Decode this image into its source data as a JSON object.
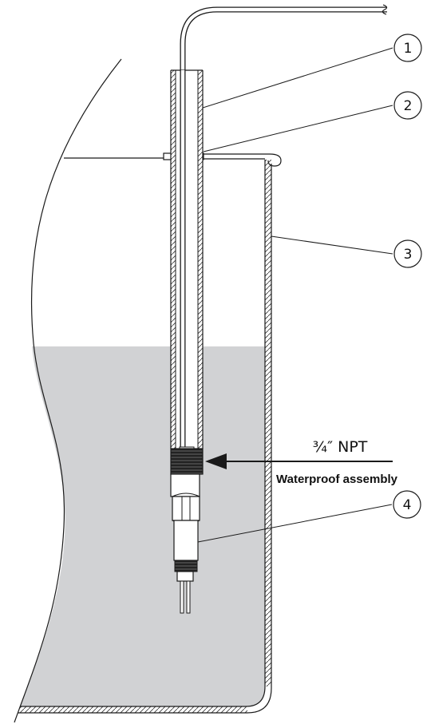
{
  "callouts": [
    {
      "number": "1"
    },
    {
      "number": "2"
    },
    {
      "number": "3"
    },
    {
      "number": "4"
    }
  ],
  "annotation": {
    "thread_size": "¾″ NPT",
    "assembly": "Waterproof assembly"
  },
  "colors": {
    "liquid": "#d1d2d4",
    "line": "#1a1a1a"
  }
}
